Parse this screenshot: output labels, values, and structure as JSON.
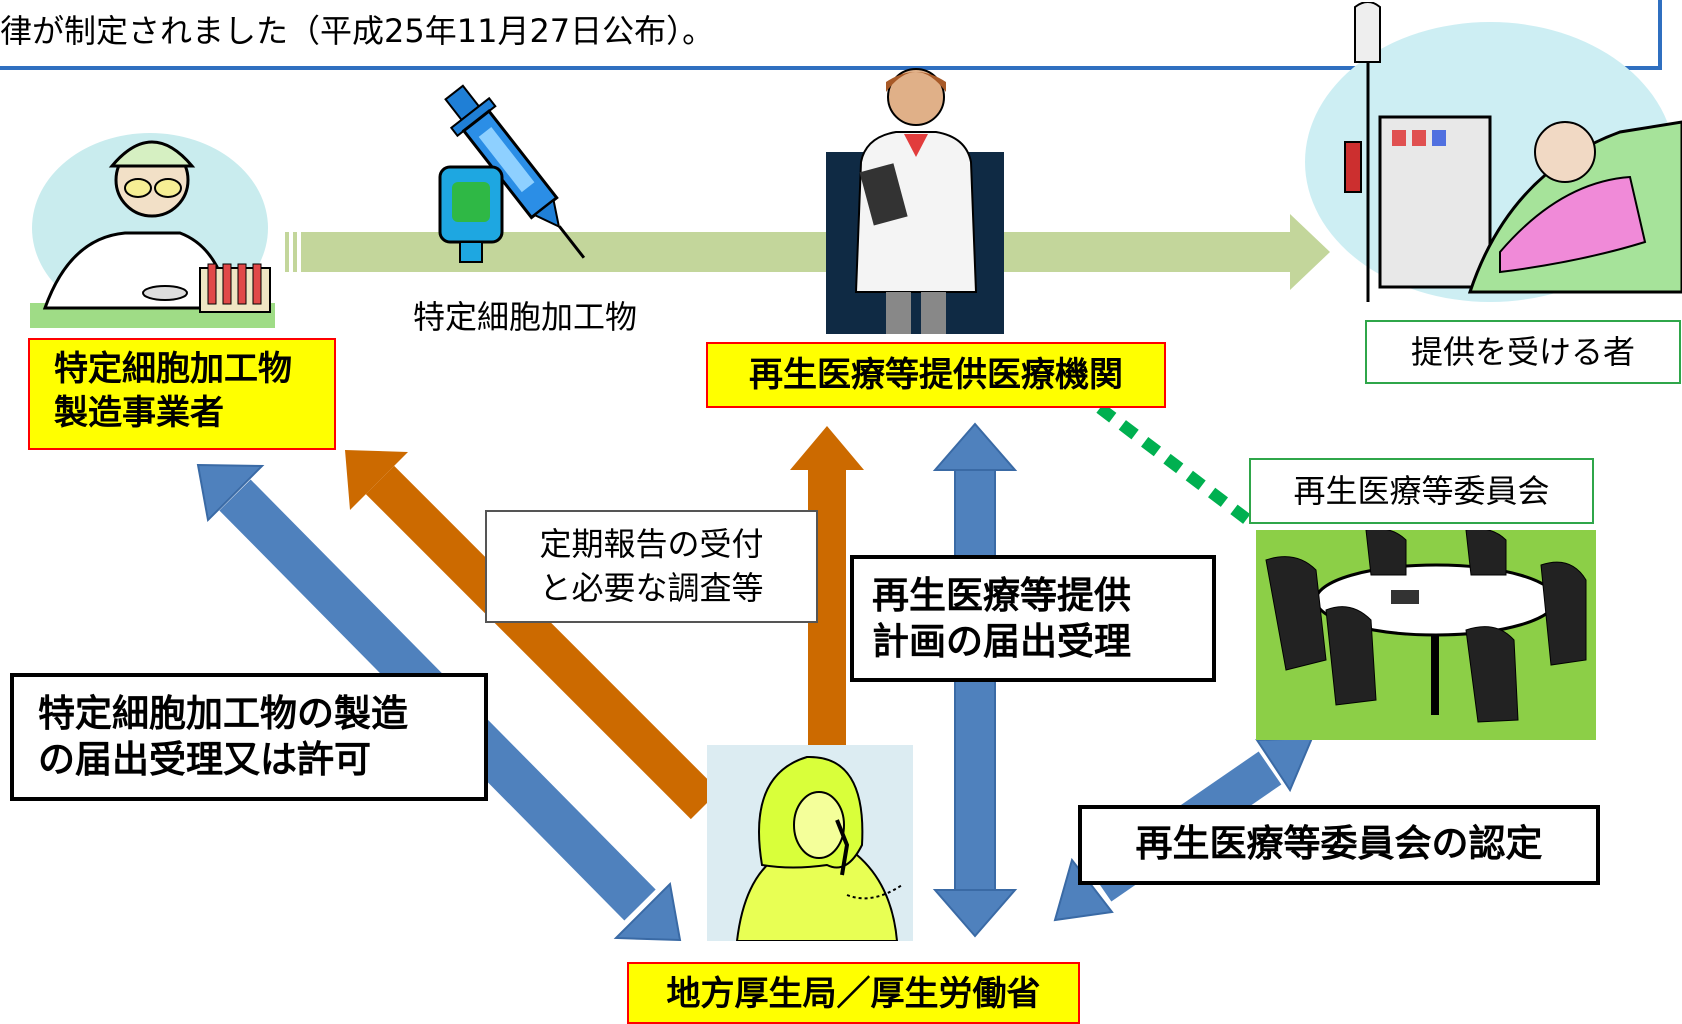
{
  "banner": {
    "text": "律が制定されました（平成25年11月27日公布）。"
  },
  "flow": {
    "product_label": "特定細胞加工物"
  },
  "nodes": {
    "manufacturer": "特定細胞加工物\n製造事業者",
    "medical_institution": "再生医療等提供医療機関",
    "recipient": "提供を受ける者",
    "committee": "再生医療等委員会",
    "ministry": "地方厚生局／厚生労働省"
  },
  "actions": {
    "manufacture_license": "特定細胞加工物の製造\nの届出受理又は許可",
    "periodic_report": "定期報告の受付\nと必要な調査等",
    "plan_notification": "再生医療等提供\n計画の届出受理",
    "committee_certification": "再生医療等委員会の認定"
  },
  "colors": {
    "blue_arrow": "#4f81bd",
    "orange_arrow": "#cc6a00",
    "green_flow": "#c3d69b",
    "dotted_link": "#00b050",
    "highlight": "#ffff00",
    "highlight_border": "#ff0000",
    "banner_border": "#2f6fc0"
  },
  "icons": [
    "scientist-icon",
    "syringe-icon",
    "doctor-icon",
    "patient-dialysis-icon",
    "meeting-table-icon",
    "phone-operator-icon"
  ]
}
